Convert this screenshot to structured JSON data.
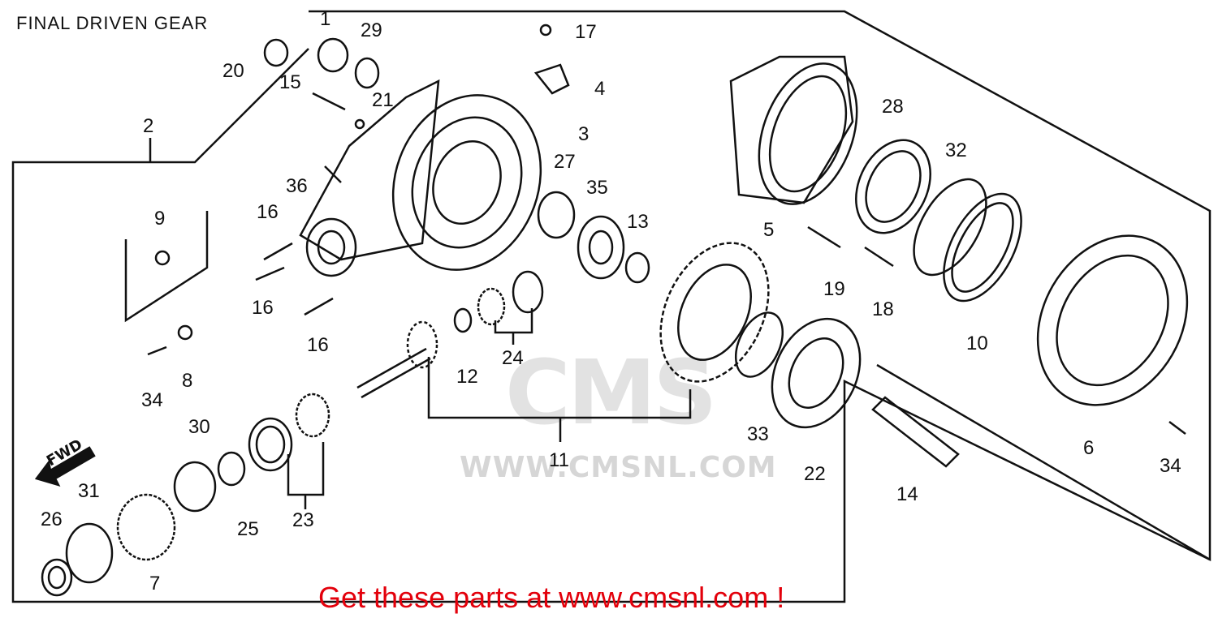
{
  "title": "FINAL DRIVEN GEAR",
  "promo": "Get these parts at www.cmsnl.com !",
  "watermark": {
    "url": "WWW.CMSNL.COM",
    "brand": "CMS"
  },
  "fwd_label": "FWD",
  "parts": [
    "1",
    "2",
    "3",
    "4",
    "5",
    "6",
    "7",
    "8",
    "9",
    "10",
    "11",
    "12",
    "13",
    "14",
    "15",
    "16",
    "16",
    "16",
    "17",
    "18",
    "19",
    "20",
    "21",
    "22",
    "23",
    "24",
    "25",
    "26",
    "27",
    "28",
    "29",
    "30",
    "31",
    "32",
    "33",
    "34",
    "34",
    "35",
    "36"
  ],
  "colors": {
    "promo": "#e3000b",
    "line": "#111111",
    "watermark": "#d8d8d8"
  }
}
